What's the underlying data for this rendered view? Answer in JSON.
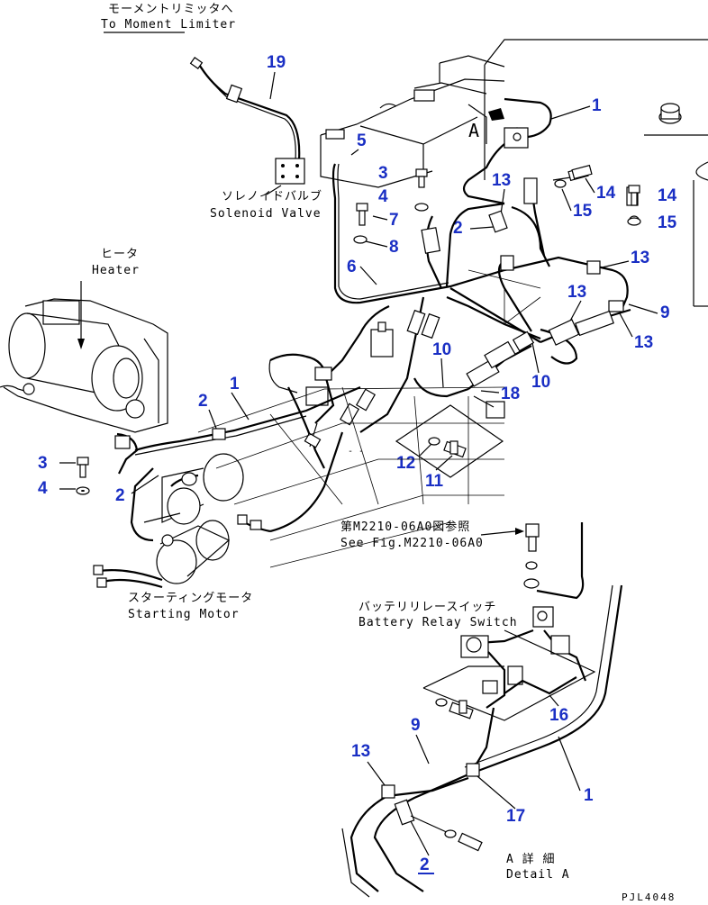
{
  "labels": {
    "moment_limiter_jp": "モーメントリミッタへ",
    "moment_limiter_en": "To Moment Limiter",
    "solenoid_jp": "ソレノイドバルブ",
    "solenoid_en": "Solenoid Valve",
    "heater_jp": "ヒータ",
    "heater_en": "Heater",
    "see_fig_jp": "第M2210-06A0図参照",
    "see_fig_en": "See Fig.M2210-06A0",
    "starting_motor_jp": "スターティングモータ",
    "starting_motor_en": "Starting Motor",
    "battery_relay_jp": "バッテリリレースイッチ",
    "battery_relay_en": "Battery Relay Switch",
    "detail_jp": "A 詳 細",
    "detail_en": "Detail A",
    "view_marker": "A",
    "drawing_code": "PJL4048"
  },
  "callouts": [
    "1",
    "1",
    "1",
    "2",
    "2",
    "2",
    "2",
    "3",
    "3",
    "4",
    "4",
    "5",
    "6",
    "7",
    "8",
    "9",
    "9",
    "10",
    "10",
    "11",
    "12",
    "13",
    "13",
    "13",
    "13",
    "13",
    "14",
    "14",
    "15",
    "15",
    "16",
    "17",
    "18",
    "19"
  ],
  "colors": {
    "callout": "#1a2fc4",
    "line": "#000000",
    "background": "#ffffff"
  }
}
